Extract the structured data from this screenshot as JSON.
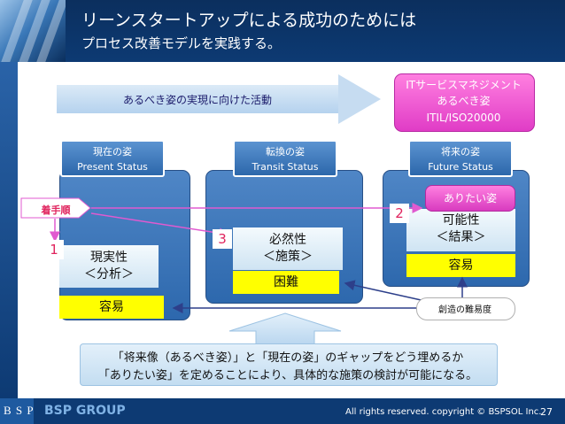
{
  "header": {
    "title_line1": "リーンスタートアップによる成功のためには",
    "title_line2": "プロセス改善モデルを実践する。"
  },
  "activity": {
    "label": "あるべき姿の実現に向けた活動"
  },
  "goal": {
    "line1": "ITサービスマネジメント",
    "line2": "あるべき姿",
    "line3": "ITIL/ISO20000"
  },
  "columns": [
    {
      "title_ja": "現在の姿",
      "title_en": "Present Status",
      "box_line1": "現実性",
      "box_line2": "＜分析＞",
      "difficulty": "容易",
      "step": "1"
    },
    {
      "title_ja": "転換の姿",
      "title_en": "Transit Status",
      "box_line1": "必然性",
      "box_line2": "＜施策＞",
      "difficulty": "困難",
      "step": "3"
    },
    {
      "title_ja": "将来の姿",
      "title_en": "Future Status",
      "box_line1": "可能性",
      "box_line2": "＜結果＞",
      "difficulty": "容易",
      "step": "2",
      "ideal": "ありたい姿"
    }
  ],
  "start_label": "着手順",
  "difficulty_label": "創造の難易度",
  "message": {
    "line1": "「将来像（あるべき姿）」と「現在の姿」のギャップをどう埋めるか",
    "line2": "「ありたい姿」を定めることにより、具体的な施策の検討が可能になる。"
  },
  "footer": {
    "logo_text": "B S P",
    "brand": "BSP GROUP",
    "copyright": "All rights reserved. copyright © BSPSOL Inc.",
    "page": "27"
  },
  "colors": {
    "navy": "#0d3a73",
    "column_blue": "#3a73b8",
    "magenta": "#e03cc6",
    "accent_red": "#e0245e",
    "yellow": "#ffff00"
  }
}
